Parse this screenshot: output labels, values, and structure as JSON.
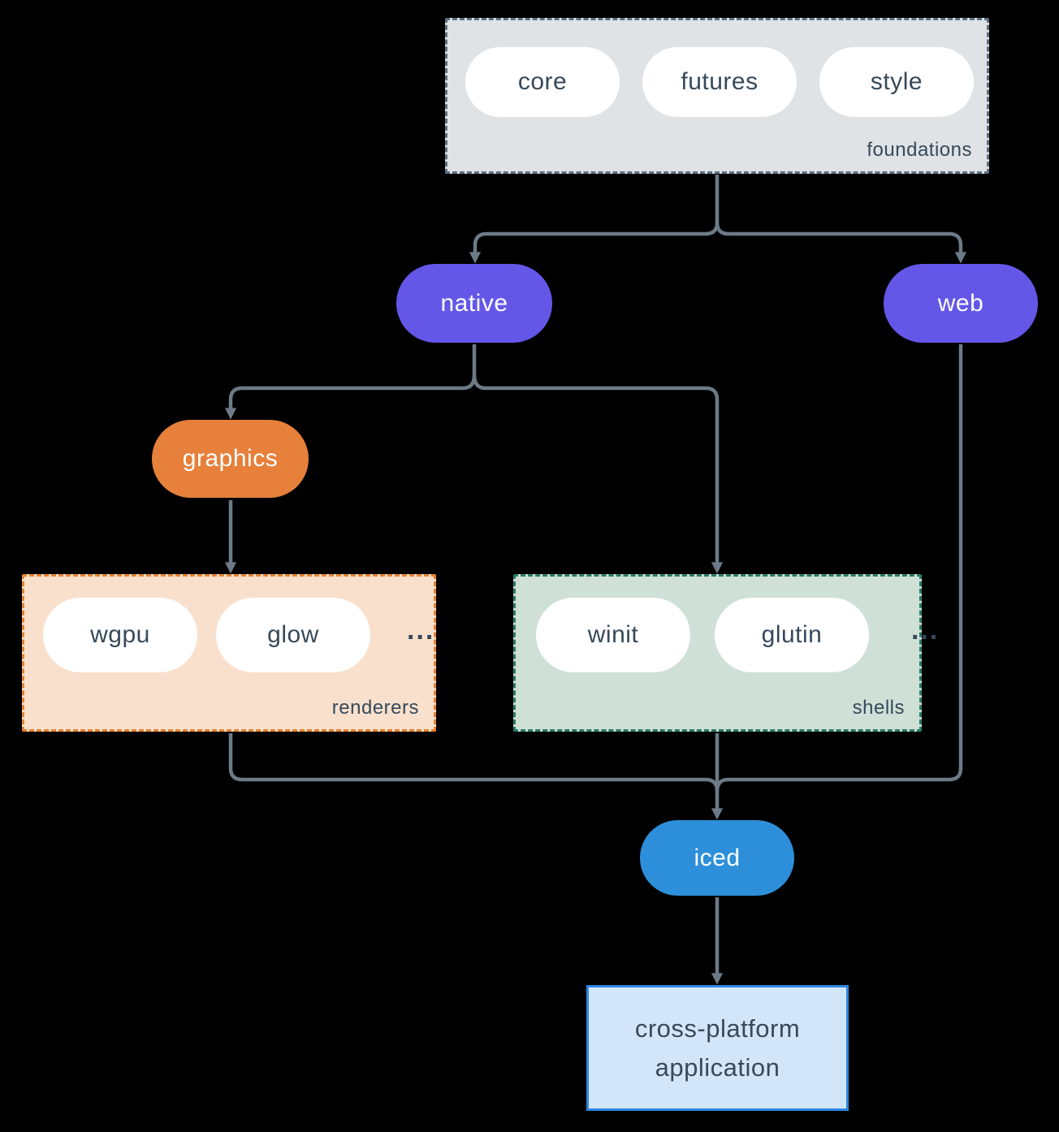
{
  "diagram": {
    "foundations": {
      "label": "foundations",
      "pills": [
        "core",
        "futures",
        "style"
      ]
    },
    "native": {
      "label": "native"
    },
    "web": {
      "label": "web"
    },
    "graphics": {
      "label": "graphics"
    },
    "renderers": {
      "label": "renderers",
      "pills": [
        "wgpu",
        "glow"
      ],
      "ellipsis": "..."
    },
    "shells": {
      "label": "shells",
      "pills": [
        "winit",
        "glutin"
      ],
      "ellipsis": "..."
    },
    "iced": {
      "label": "iced"
    },
    "application": {
      "line1": "cross-platform",
      "line2": "application"
    }
  },
  "colors": {
    "line": "#6d7b88",
    "purple": "#6457e8",
    "orange": "#e6803a",
    "blue": "#2d8fd9",
    "peach_fill": "#f9e0cd",
    "peach_border": "#e8822f",
    "sage_fill": "#cfe0d7",
    "sage_border": "#2a7b68",
    "gray_fill": "#dfe3e6",
    "gray_border": "#5f7080",
    "app_fill": "#d3e5f8",
    "app_border": "#2e86de",
    "ink": "#37495a",
    "white": "#ffffff"
  }
}
